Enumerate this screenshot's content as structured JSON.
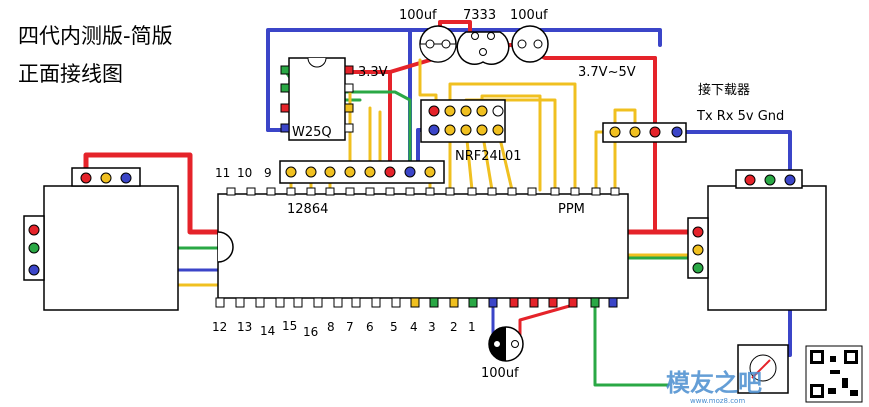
{
  "title_lines": [
    "四代内测版-简版",
    "正面接线图"
  ],
  "labels": {
    "cap_top_left": "100uf",
    "regulator": "7333",
    "cap_top_right": "100uf",
    "v33": "3.3V",
    "flash_chip": "W25Q",
    "vin_range": "3.7V~5V",
    "radio_module": "NRF24L01",
    "downloader_header": "接下载器",
    "downloader_pins": "Tx Rx 5v Gnd",
    "pin_11": "11",
    "pin_10": "10",
    "pin_9": "9",
    "mcu_label": "12864",
    "ppm": "PPM",
    "cap_bottom": "100uf",
    "bottom_pins": [
      "12",
      "13",
      "14",
      "15",
      "16",
      "8",
      "7",
      "6",
      "5",
      "4",
      "3",
      "2",
      "1"
    ]
  },
  "watermark": "模友之吧",
  "watermark_url": "www.moz8.com",
  "colors": {
    "red": "#e5232a",
    "blue": "#3b45c8",
    "green": "#2aa845",
    "yellow": "#f0c020",
    "outline": "#000000"
  }
}
